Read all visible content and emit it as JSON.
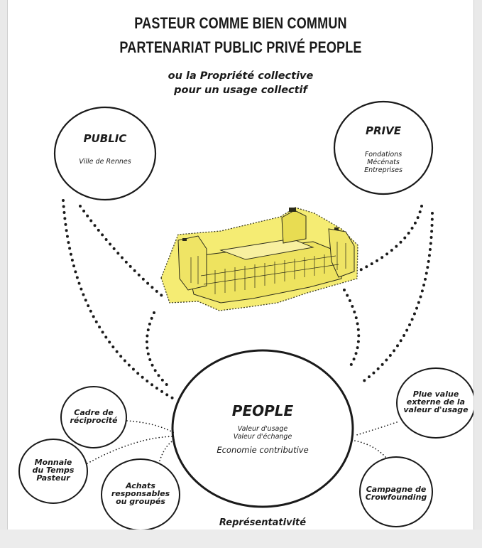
{
  "title": {
    "line1": "PASTEUR COMME BIEN COMMUN",
    "line2": "PARTENARIAT PUBLIC PRIVÉ PEOPLE"
  },
  "subtitle": {
    "line1": "ou la Propriété collective",
    "line2": "pour un usage collectif"
  },
  "nodes": {
    "public": {
      "title": "PUBLIC",
      "sub": "Ville de Rennes"
    },
    "prive": {
      "title": "PRIVE",
      "sub1": "Fondations",
      "sub2": "Mécénats",
      "sub3": "Entreprises"
    },
    "people": {
      "title": "PEOPLE",
      "sub1": "Valeur d'usage",
      "sub2": "Valeur d'échange",
      "sub3": "Economie contributive"
    },
    "cadre": {
      "line1": "Cadre de",
      "line2": "réciprocité"
    },
    "monnaie": {
      "line1": "Monnaie",
      "line2": "du Temps",
      "line3": "Pasteur"
    },
    "achats": {
      "line1": "Achats",
      "line2": "responsables",
      "line3": "ou groupés"
    },
    "plus_value": {
      "line1": "Plue value",
      "line2": "externe de la",
      "line3": "valeur d'usage"
    },
    "campagne": {
      "line1": "Campagne de",
      "line2": "Crowfounding"
    }
  },
  "footer": {
    "label": "Représentativité"
  },
  "colors": {
    "building_fill": "#f5ec73",
    "building_outline": "#2a2a1a",
    "ink": "#1a1a1a"
  },
  "icons": {
    "center_image": "building-illustration"
  }
}
